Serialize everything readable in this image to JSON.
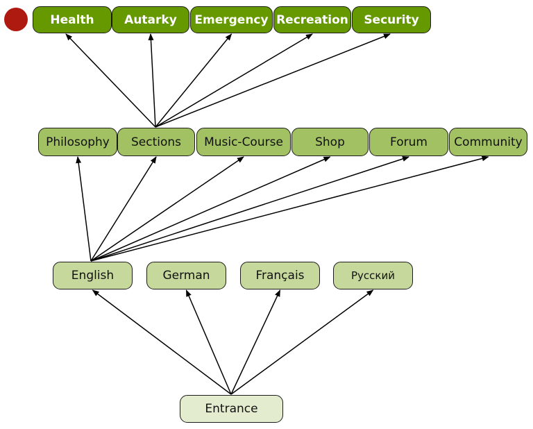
{
  "nodes": {
    "health": "Health",
    "autarky": "Autarky",
    "emergency": "Emergency",
    "recreation": "Recreation",
    "security": "Security",
    "philosophy": "Philosophy",
    "sections": "Sections",
    "music_course": "Music-Course",
    "shop": "Shop",
    "forum": "Forum",
    "community": "Community",
    "english": "English",
    "german": "German",
    "francais": "Français",
    "russian": "Русский",
    "entrance": "Entrance"
  },
  "edges": [
    [
      "sections",
      "health"
    ],
    [
      "sections",
      "autarky"
    ],
    [
      "sections",
      "emergency"
    ],
    [
      "sections",
      "recreation"
    ],
    [
      "sections",
      "security"
    ],
    [
      "english",
      "philosophy"
    ],
    [
      "english",
      "sections"
    ],
    [
      "english",
      "music_course"
    ],
    [
      "english",
      "shop"
    ],
    [
      "english",
      "forum"
    ],
    [
      "english",
      "community"
    ],
    [
      "entrance",
      "english"
    ],
    [
      "entrance",
      "german"
    ],
    [
      "entrance",
      "francais"
    ],
    [
      "entrance",
      "russian"
    ]
  ],
  "colors": {
    "level0": "#669900",
    "level1": "#a2c163",
    "level2": "#c6d89c",
    "level3": "#e3eccf",
    "marker": "#ae1a10"
  }
}
